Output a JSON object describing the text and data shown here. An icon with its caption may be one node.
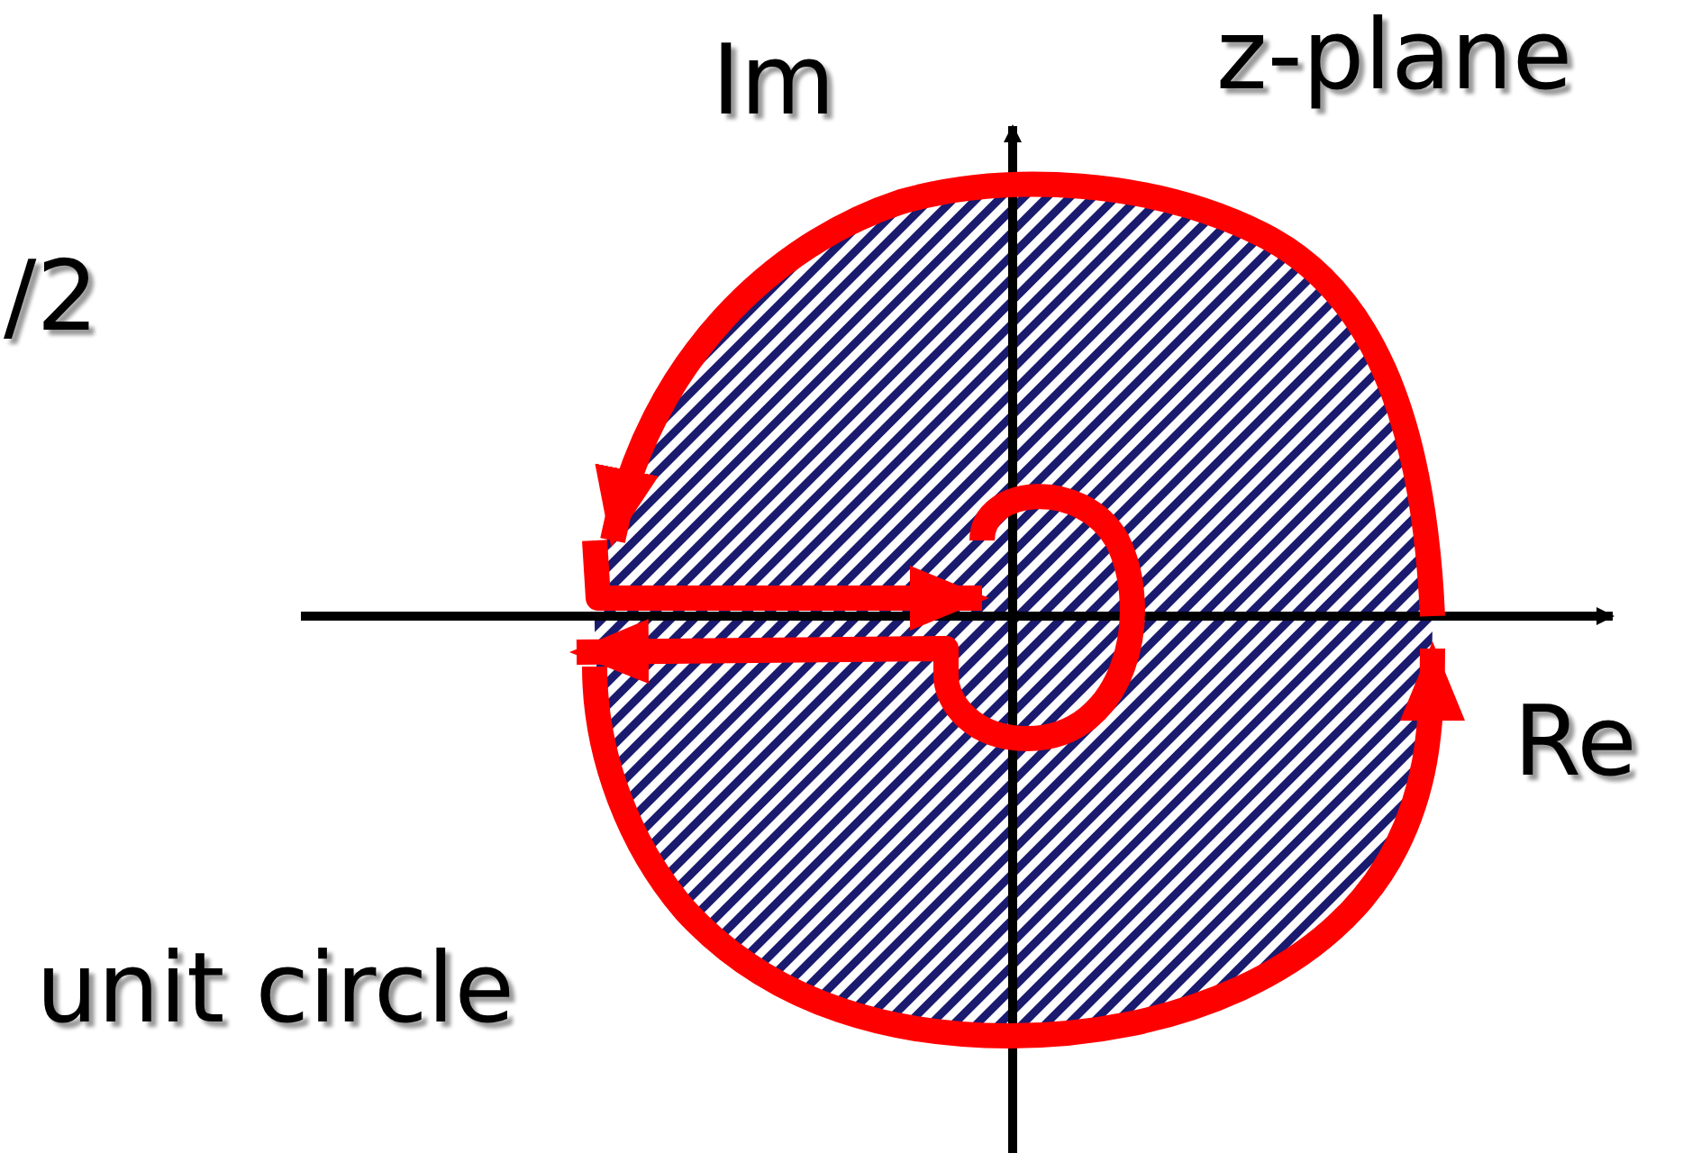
{
  "diagram": {
    "labels": [
      "Im",
      "z-plane",
      "/2",
      "Re",
      "unit circle"
    ]
  }
}
